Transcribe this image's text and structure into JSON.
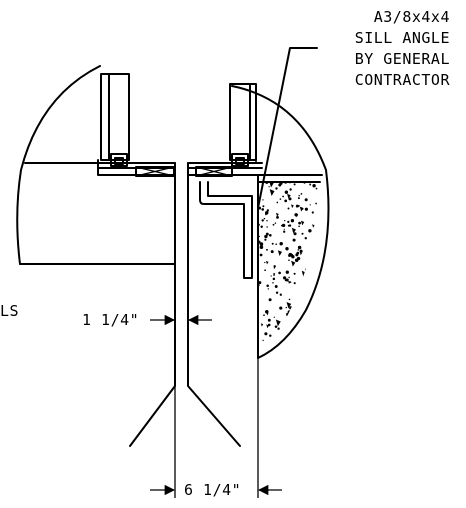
{
  "drawing": {
    "callout": {
      "line1": "A3/8x4x4",
      "line2": "SILL ANGLE",
      "line3": "BY GENERAL",
      "line4": "CONTRACTOR"
    },
    "dimensions": {
      "inner_gap": "1 1/4\"",
      "overall_width": "6 1/4\""
    },
    "left_label": "LS"
  }
}
